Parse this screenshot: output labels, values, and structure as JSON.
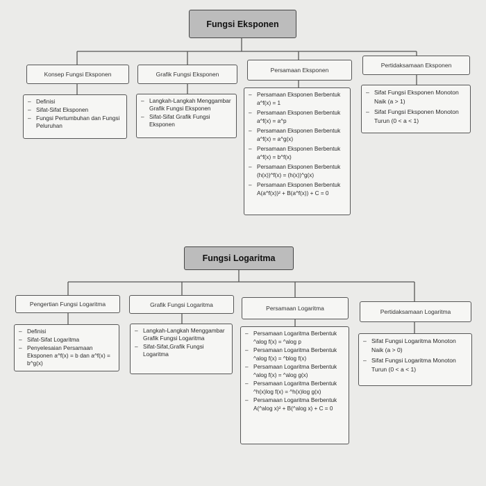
{
  "exponen": {
    "title": "Fungsi Eksponen",
    "categories": [
      {
        "label": "Konsep Fungsi Eksponen",
        "items": [
          "Definisi",
          "Sifat-Sifat Eksponen",
          "Fungsi Pertumbuhan dan Fungsi Peluruhan"
        ]
      },
      {
        "label": "Grafik Fungsi Eksponen",
        "items": [
          "Langkah-Langkah Menggambar Grafik Fungsi Eksponen",
          "Sifat-Sifat Grafik Fungsi Eksponen"
        ]
      },
      {
        "label": "Persamaan Eksponen",
        "items": [
          "Persamaan Eksponen Berbentuk a^f(x) = 1",
          "Persamaan Eksponen Berbentuk a^f(x) = a^p",
          "Persamaan Eksponen Berbentuk a^f(x) = a^g(x)",
          "Persamaan Eksponen Berbentuk a^f(x) = b^f(x)",
          "Persamaan Eksponen Berbentuk (h(x))^f(x) = (h(x))^g(x)",
          "Persamaan Eksponen Berbentuk A(a^f(x))² + B(a^f(x)) + C = 0"
        ]
      },
      {
        "label": "Pertidaksamaan Eksponen",
        "items": [
          "Sifat Fungsi Eksponen Monoton Naik (a > 1)",
          "Sifat Fungsi Eksponen Monoton Turun (0 < a < 1)"
        ]
      }
    ]
  },
  "logaritma": {
    "title": "Fungsi Logaritma",
    "categories": [
      {
        "label": "Pengertian Fungsi Logaritma",
        "items": [
          "Definisi",
          "Sifat-Sifat Logaritma",
          "Penyelesaian Persamaan Eksponen a^f(x) = b dan a^f(x) = b^g(x)"
        ]
      },
      {
        "label": "Grafik Fungsi Logaritma",
        "items": [
          "Langkah-Langkah Menggambar Grafik Fungsi Logaritma",
          "Sifat-Sifat,Grafik Fungsi Logaritma"
        ]
      },
      {
        "label": "Persamaan Logaritma",
        "items": [
          "Persamaan Logaritma Berbentuk ^alog f(x) = ^alog p",
          "Persamaan Logaritma Berbentuk ^alog f(x) = ^blog f(x)",
          "Persamaan Logaritma Berbentuk ^alog f(x) = ^alog g(x)",
          "Persamaan Logaritma Berbentuk ^h(x)log f(x) = ^h(x)log g(x)",
          "Persamaan Logaritma Berbentuk A(^alog x)² + B(^alog x) + C = 0"
        ]
      },
      {
        "label": "Pertidaksamaan Logaritma",
        "items": [
          "Sifat Fungsi Logaritma Monoton Naik (a > 0)",
          "Sifat Fungsi Logaritma Monoton Turun (0 < a < 1)"
        ]
      }
    ]
  }
}
